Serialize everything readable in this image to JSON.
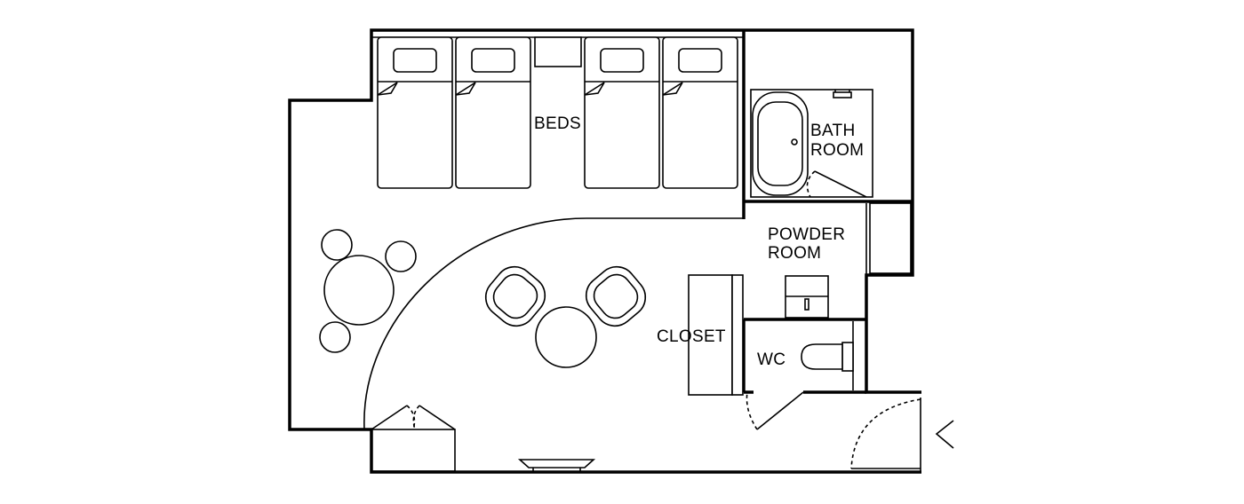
{
  "labels": {
    "beds": "BEDS",
    "bath_line1": "BATH",
    "bath_line2": "ROOM",
    "powder_line1": "POWDER",
    "powder_line2": "ROOM",
    "closet": "CLOSET",
    "wc": "WC"
  },
  "colors": {
    "line": "#000000",
    "background": "#ffffff"
  },
  "icons": [
    "bed-icon",
    "bathtub-icon",
    "sink-icon",
    "toilet-icon",
    "chair-icon",
    "table-icon",
    "entrance-arrow-icon"
  ]
}
